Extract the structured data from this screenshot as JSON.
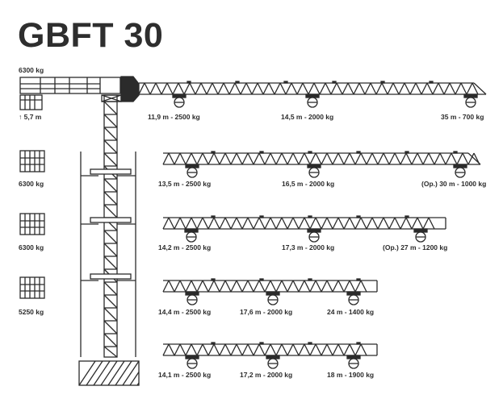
{
  "title": "GBFT 30",
  "top_counterweight": "6300 kg",
  "height_label": "↑ 5,7 m",
  "counterweights": [
    "6300 kg",
    "6300 kg",
    "5250 kg"
  ],
  "jibs": [
    {
      "labels": [
        "11,9 m - 2500 kg",
        "14,5 m - 2000 kg",
        "35 m - 700 kg"
      ]
    },
    {
      "labels": [
        "13,5 m - 2500 kg",
        "16,5 m - 2000 kg",
        "(Op.) 30 m - 1000 kg"
      ]
    },
    {
      "labels": [
        "14,2 m - 2500 kg",
        "17,3 m - 2000 kg",
        "(Op.) 27 m - 1200 kg"
      ]
    },
    {
      "labels": [
        "14,4 m - 2500 kg",
        "17,6 m - 2000 kg",
        "24 m - 1400 kg"
      ]
    },
    {
      "labels": [
        "14,1 m - 2500 kg",
        "17,2 m - 2000 kg",
        "18 m - 1900 kg"
      ]
    }
  ]
}
